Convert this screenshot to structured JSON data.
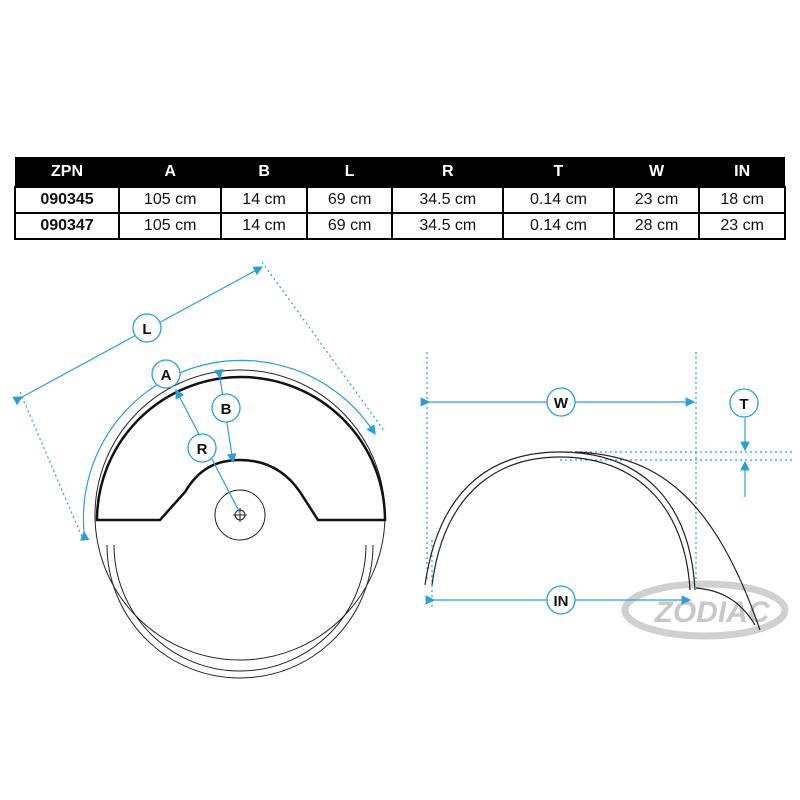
{
  "table": {
    "headers": [
      "ZPN",
      "A",
      "B",
      "L",
      "R",
      "T",
      "W",
      "IN"
    ],
    "rows": [
      [
        "090345",
        "105 cm",
        "14 cm",
        "69 cm",
        "34.5 cm",
        "0.14 cm",
        "23 cm",
        "18 cm"
      ],
      [
        "090347",
        "105 cm",
        "14 cm",
        "69 cm",
        "34.5 cm",
        "0.14 cm",
        "28 cm",
        "23 cm"
      ]
    ]
  },
  "labels": {
    "L": "L",
    "A": "A",
    "B": "B",
    "R": "R",
    "W": "W",
    "T": "T",
    "IN": "IN"
  },
  "logo": "ZODIAC",
  "colors": {
    "dimension": "#2a9fd6",
    "line": "#111111",
    "logo": "#c8c8c8"
  }
}
